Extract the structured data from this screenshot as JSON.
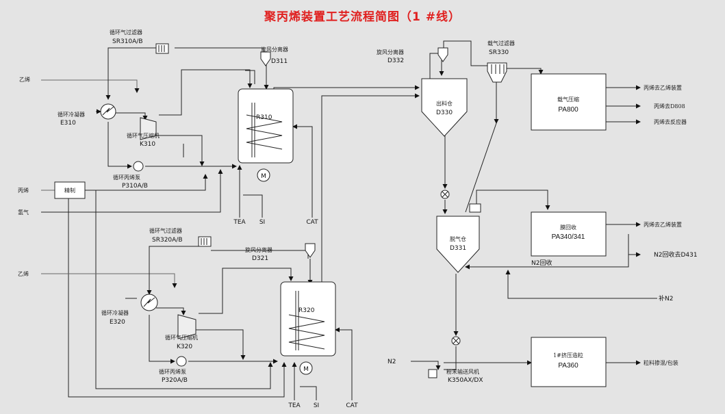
{
  "title": "聚丙烯装置工艺流程简图（1 #线）",
  "line1": {
    "filter_cn": "循环气过滤器",
    "filter_tag": "SR310A/B",
    "cyclone_cn": "旋风分离器",
    "cyclone_tag": "D311",
    "cooler_cn": "循环冷凝器",
    "cooler_tag": "E310",
    "compressor_cn": "循环气压缩机",
    "compressor_tag": "K310",
    "pump_cn": "循环丙烯泵",
    "pump_tag": "P310A/B",
    "reactor_tag": "R310",
    "feed_ethylene": "乙烯",
    "feed_propylene": "丙烯",
    "feed_hydrogen": "氢气",
    "refine": "精制",
    "tea": "TEA",
    "si": "SI",
    "cat": "CAT"
  },
  "line2": {
    "filter_cn": "循环气过滤器",
    "filter_tag": "SR320A/B",
    "cyclone_cn": "旋风分离器",
    "cyclone_tag": "D321",
    "cooler_cn": "循环冷凝器",
    "cooler_tag": "E320",
    "compressor_cn": "循环气压缩机",
    "compressor_tag": "K320",
    "pump_cn": "循环丙烯泵",
    "pump_tag": "P320A/B",
    "reactor_tag": "R320",
    "feed_ethylene": "乙烯",
    "tea": "TEA",
    "si": "SI",
    "cat": "CAT"
  },
  "right": {
    "cyclone_cn": "旋风分离器",
    "cyclone_tag": "D332",
    "filter_cn": "载气过滤器",
    "filter_tag": "SR330",
    "discharge_cn": "出料仓",
    "discharge_tag": "D330",
    "purge_cn": "脱气仓",
    "purge_tag": "D331",
    "comp_cn": "载气压缩",
    "comp_tag": "PA800",
    "comp_out1": "丙烯去乙烯装置",
    "comp_out2": "丙烯去D808",
    "comp_out3": "丙烯去反应器",
    "recov_cn": "膜回收",
    "recov_tag": "PA340/341",
    "recov_out": "丙烯去乙烯装置",
    "n2_return": "N2回收",
    "n2_to": "N2回收去D431",
    "n2_make": "补N2",
    "n2_in": "N2",
    "blower_cn": "粉末输送风机",
    "blower_tag": "K350AX/DX",
    "conveyor_cn": "1#挤压造粒",
    "conveyor_tag": "PA360",
    "final_out": "粒料掺混/包装"
  }
}
